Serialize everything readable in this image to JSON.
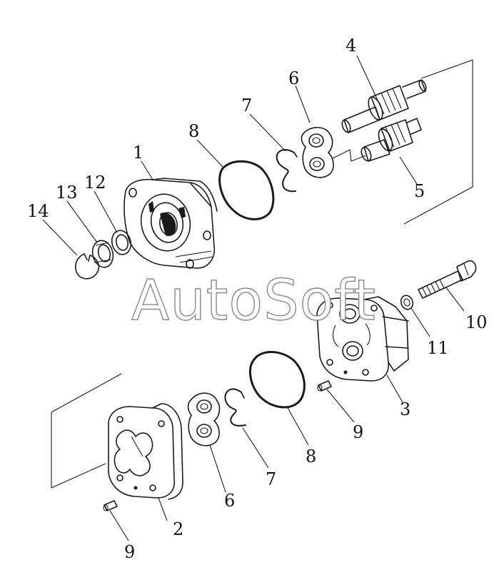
{
  "watermark": "AutoSoft",
  "callouts": {
    "c1": "1",
    "c2": "2",
    "c3": "3",
    "c4": "4",
    "c5": "5",
    "c6a": "6",
    "c6b": "6",
    "c7a": "7",
    "c7b": "7",
    "c8a": "8",
    "c8b": "8",
    "c9a": "9",
    "c9b": "9",
    "c10": "10",
    "c11": "11",
    "c12": "12",
    "c13": "13",
    "c14": "14"
  }
}
